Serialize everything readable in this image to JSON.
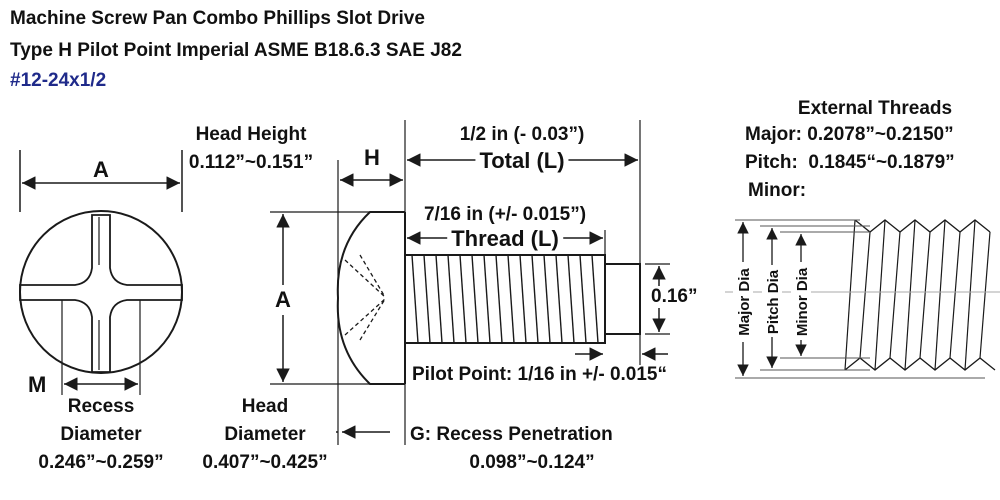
{
  "title": {
    "line1": "Machine Screw Pan Combo Phillips Slot Drive",
    "line2": "Type H Pilot Point Imperial ASME B18.6.3 SAE J82",
    "size": "#12-24x1/2"
  },
  "head_height": {
    "label": "Head Height",
    "value": "0.112”~0.151”"
  },
  "h_letter": "H",
  "total": {
    "value": "1/2 in (- 0.03”)",
    "label": "Total (L)"
  },
  "thread": {
    "value": "7/16 in (+/- 0.015”)",
    "label": "Thread (L)"
  },
  "a_letter": "A",
  "m_letter": "M",
  "pilot_dia": "0.16”",
  "pilot_point": "Pilot Point: 1/16 in +/- 0.015“",
  "recess_diameter": {
    "label1": "Recess",
    "label2": "Diameter",
    "value": "0.246”~0.259”"
  },
  "head_diameter": {
    "label1": "Head",
    "label2": "Diameter",
    "value": "0.407”~0.425”"
  },
  "recess_penetration": {
    "label": "G: Recess Penetration",
    "value": "0.098”~0.124”"
  },
  "external_threads": {
    "heading": "External Threads",
    "major": "Major: 0.2078”~0.2150”",
    "pitch": "Pitch:  0.1845“~0.1879”",
    "minor": "Minor:",
    "major_dia_label": "Major Dia",
    "pitch_dia_label": "Pitch Dia",
    "minor_dia_label": "Minor Dia"
  },
  "colors": {
    "line": "#1a1a1a",
    "title_size": "#1f2a8a"
  }
}
